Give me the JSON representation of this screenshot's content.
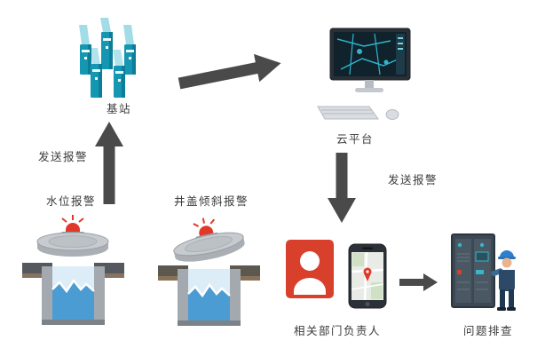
{
  "nodes": {
    "base_station": {
      "label": "基站",
      "icon": "radio-towers-icon"
    },
    "cloud_platform": {
      "label": "云平台",
      "icon": "desktop-monitor-icon"
    },
    "water_level_alarm": {
      "label": "水位报警",
      "icon": "manhole-water-icon"
    },
    "cover_tilt_alarm": {
      "label": "井盖倾斜报警",
      "icon": "manhole-tilted-cover-icon"
    },
    "department_head": {
      "label": "相关部门负责人",
      "icon": "person-icon + smartphone-map-icon"
    },
    "troubleshooting": {
      "label": "问题排查",
      "icon": "worker-at-cabinet-icon"
    }
  },
  "edges": {
    "device_to_base_station": {
      "label": "发送报警",
      "direction": "up"
    },
    "base_station_to_cloud": {
      "label": "",
      "direction": "right"
    },
    "cloud_to_department": {
      "label": "发送报警",
      "direction": "down"
    },
    "department_to_troubleshoot": {
      "label": "",
      "direction": "right"
    }
  },
  "colors": {
    "teal": "#1596b2",
    "teal_light": "#55bfd4",
    "arrow_gray": "#4a4a4a",
    "alarm_red": "#e0392a",
    "person_red": "#d8402c",
    "water_deep": "#4b9cd3",
    "water_light": "#dcedf7",
    "cover_gray": "#c7cbcf"
  }
}
